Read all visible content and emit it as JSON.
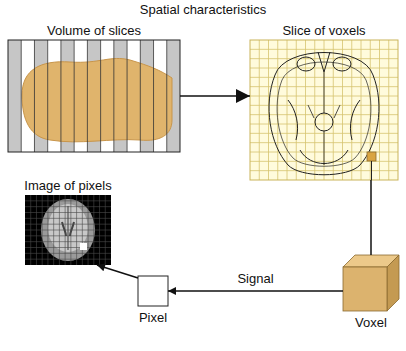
{
  "diagram": {
    "title": "Spatial characteristics",
    "nodes": [
      {
        "text": [
          "Volume of slices"
        ]
      },
      {
        "text": [
          "Slice of voxels"
        ]
      },
      {
        "text": [
          "Image of pixels"
        ]
      },
      {
        "text": [
          "Pixel"
        ]
      },
      {
        "text": [
          "Voxel"
        ]
      }
    ],
    "edges": [
      {
        "from": 0,
        "to": 1,
        "arrow": "to"
      },
      {
        "from": 1,
        "to": 4,
        "arrow": "none"
      },
      {
        "from": 4,
        "to": 3,
        "label": "Signal",
        "arrow": "to"
      },
      {
        "from": 3,
        "to": 2,
        "arrow": "to"
      }
    ]
  }
}
